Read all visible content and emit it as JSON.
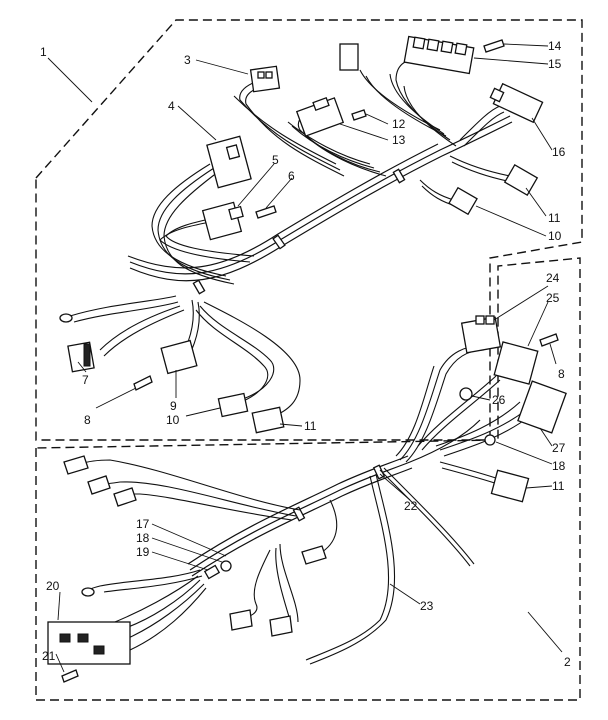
{
  "callouts": {
    "c1": "1",
    "c2": "2",
    "c3": "3",
    "c4": "4",
    "c5": "5",
    "c6": "6",
    "c7": "7",
    "c8a": "8",
    "c8b": "8",
    "c9": "9",
    "c10a": "10",
    "c10b": "10",
    "c11a": "11",
    "c11b": "11",
    "c11c": "11",
    "c12": "12",
    "c13": "13",
    "c14": "14",
    "c15": "15",
    "c16": "16",
    "c17": "17",
    "c18a": "18",
    "c18b": "18",
    "c19": "19",
    "c20": "20",
    "c21": "21",
    "c22": "22",
    "c23": "23",
    "c24": "24",
    "c25": "25",
    "c26": "26",
    "c27": "27"
  }
}
